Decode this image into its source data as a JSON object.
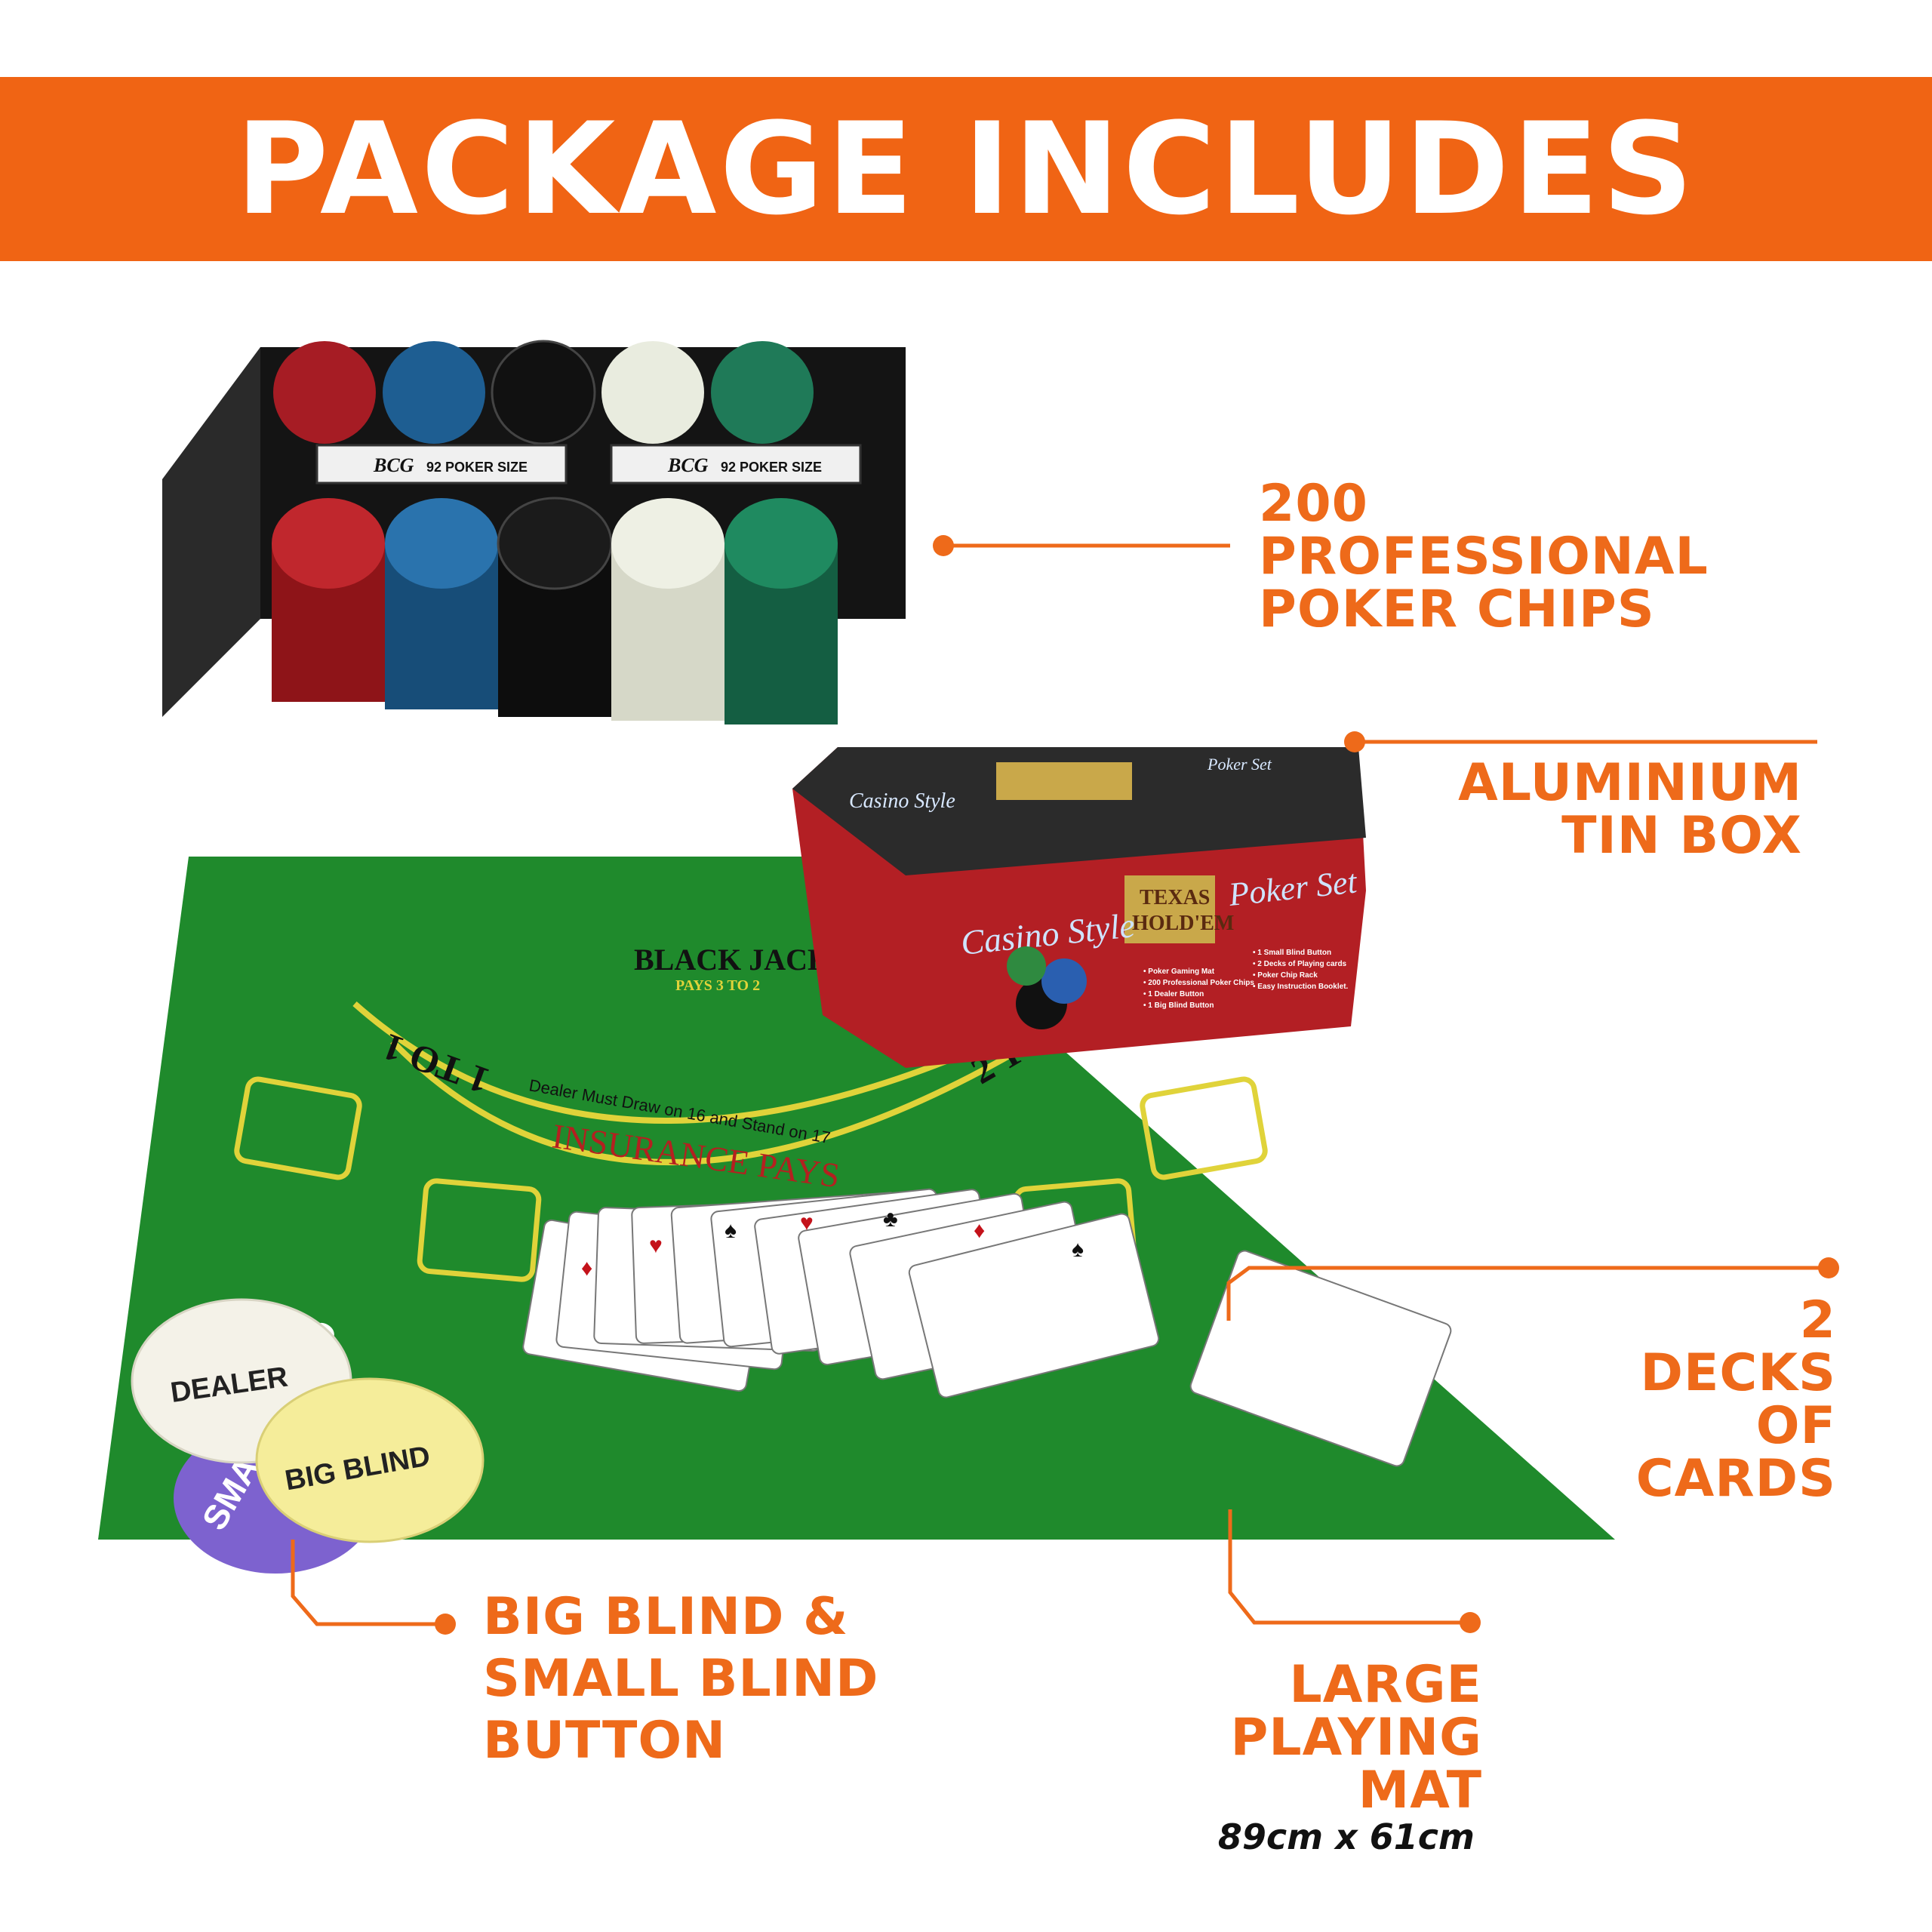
{
  "header": {
    "title": "PACKAGE INCLUDES"
  },
  "colors": {
    "accent": "#f06414",
    "felt": "#1f8a2c",
    "felt_line": "#e0d33a"
  },
  "items": {
    "chips": {
      "lines": [
        "200",
        "PROFESSIONAL",
        "POKER CHIPS"
      ]
    },
    "tin_box": {
      "lines": [
        "ALUMINIUM",
        "TIN BOX"
      ]
    },
    "cards": {
      "lines": [
        "2",
        "DECKS",
        "OF",
        "CARDS"
      ]
    },
    "blind_buttons": {
      "lines": [
        "BIG BLIND &",
        "SMALL BLIND",
        "BUTTON"
      ]
    },
    "mat": {
      "lines": [
        "LARGE",
        "PLAYING",
        "MAT"
      ],
      "dimensions": "89cm x 61cm"
    }
  },
  "product_text": {
    "rack_brand": "BCG",
    "rack_label": "92 POKER SIZE",
    "blackjack_title": "BLACK JACK",
    "blackjack_pays": "PAYS 3 TO 2",
    "dealer_rule": "Dealer Must Draw on 16 and Stand on 17",
    "insurance": "INSURANCE PAYS",
    "pays_left": "1 TO 1",
    "pays_right": "2 TO 1",
    "tin_casino": "Casino Style",
    "tin_texas": "TEXAS",
    "tin_holdem": "HOLD'EM",
    "tin_poker_set": "Poker Set",
    "tin_contents_left": [
      "• Poker Gaming Mat",
      "• 200 Professional Poker Chips",
      "• 1 Dealer Button",
      "• 1 Big Blind Button"
    ],
    "tin_contents_right": [
      "• 1 Small Blind Button",
      "• 2 Decks of Playing cards",
      "• Poker Chip Rack",
      "• Easy Instruction Booklet."
    ],
    "dealer_button": "DEALER",
    "big_blind_button": "BIG BLIND",
    "small_blind_button": "SMALL BLIND"
  }
}
